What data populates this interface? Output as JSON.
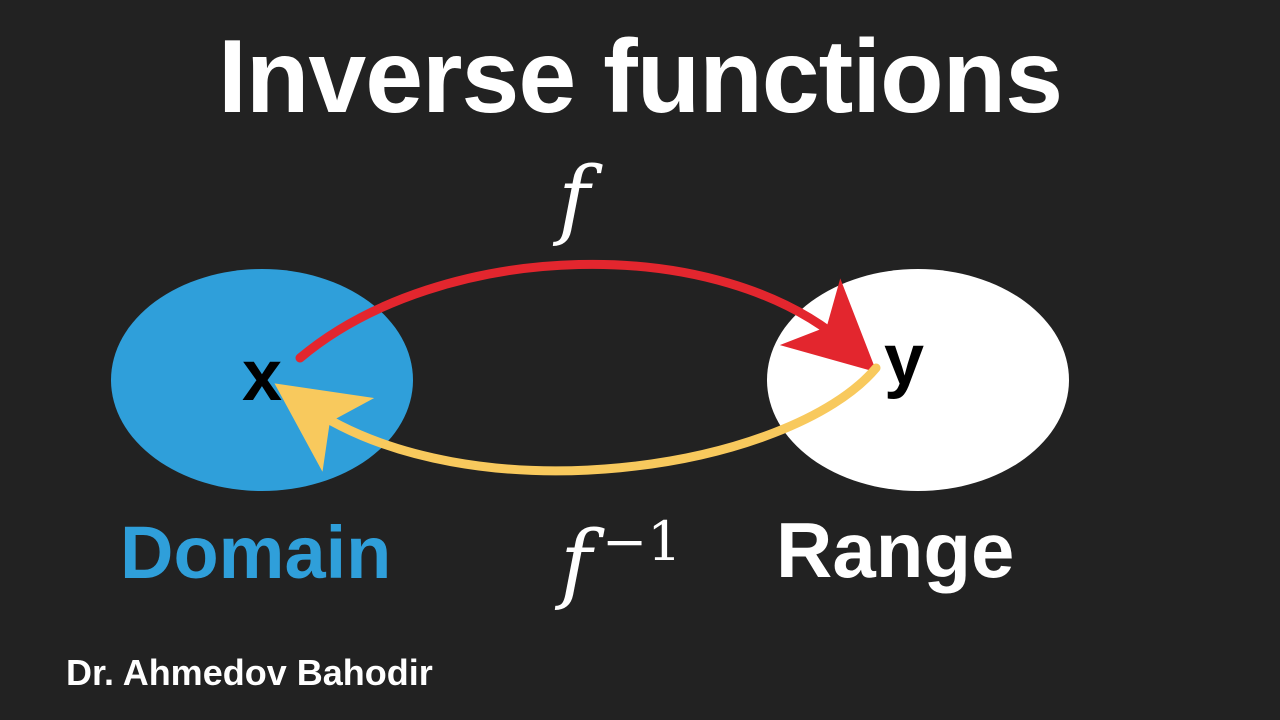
{
  "title": "Inverse functions",
  "nodes": {
    "domain": {
      "variable": "x",
      "label": "Domain",
      "color": "#2f9fda"
    },
    "range": {
      "variable": "y",
      "label": "Range",
      "color": "#ffffff"
    }
  },
  "arrows": {
    "forward": {
      "label": "f",
      "color": "#e3262e"
    },
    "inverse": {
      "label": "f",
      "superscript": "−1",
      "color": "#f8c95d"
    }
  },
  "author": "Dr. Ahmedov Bahodir",
  "colors": {
    "background": "#222222",
    "text": "#ffffff"
  }
}
